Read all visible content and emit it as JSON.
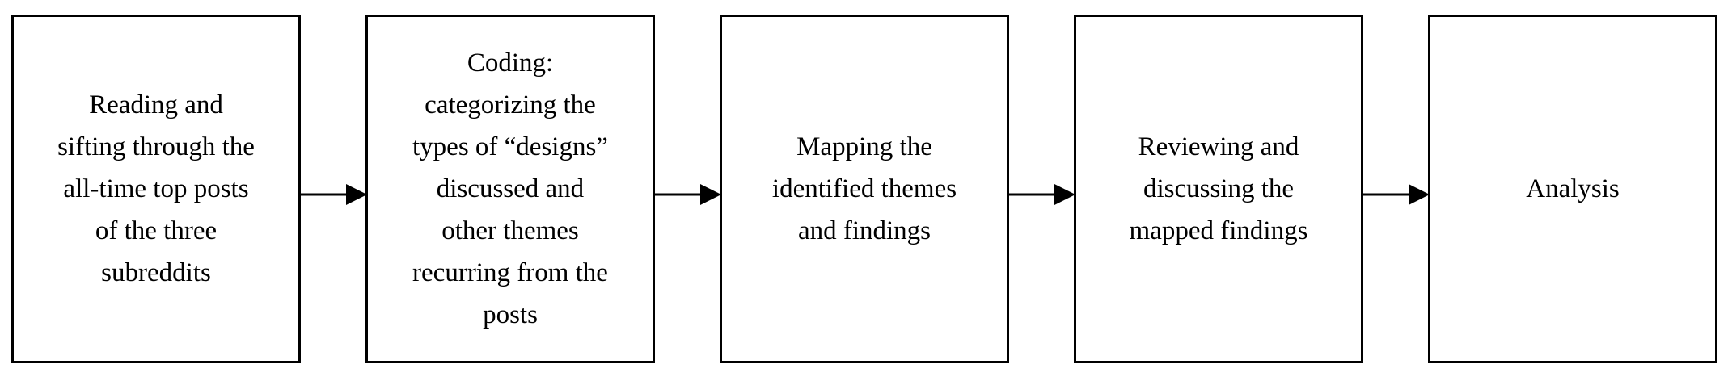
{
  "steps": [
    {
      "text": "Reading and\nsifting through the\nall-time top posts\nof the three\nsubreddits"
    },
    {
      "text": "Coding:\ncategorizing the\ntypes of “designs”\ndiscussed and\nother themes\nrecurring from the\nposts"
    },
    {
      "text": "Mapping the\nidentified themes\nand findings"
    },
    {
      "text": "Reviewing and\ndiscussing the\nmapped findings"
    },
    {
      "text": "Analysis"
    }
  ]
}
